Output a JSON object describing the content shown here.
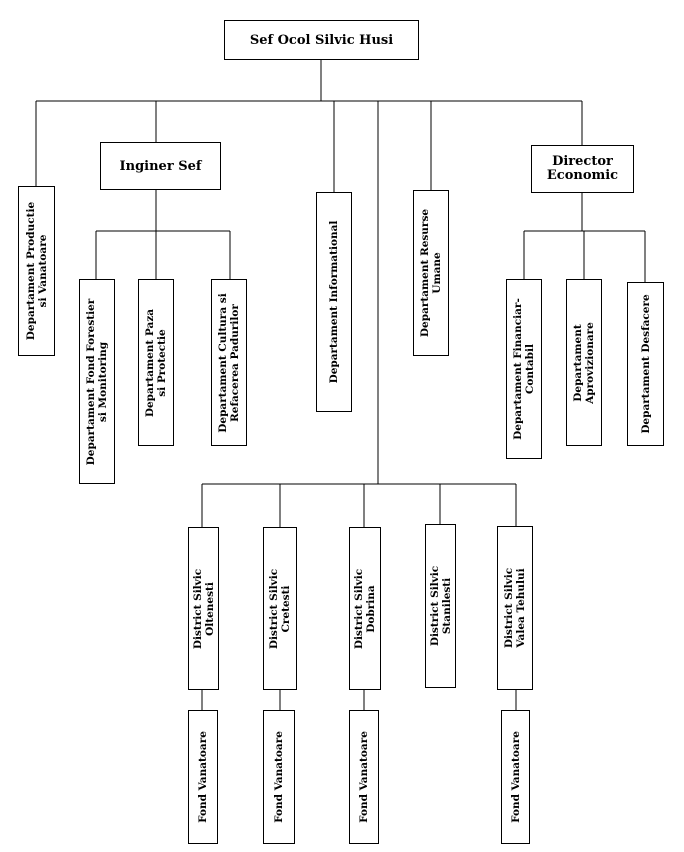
{
  "chart": {
    "root": "Sef Ocol Silvic Husi",
    "inginer_sef": "Inginer Sef",
    "director_economic": "Director\nEconomic",
    "dept_productie": "Departament Productie\nsi Vanatoare",
    "dept_informational": "Departament Informational",
    "dept_resurse_umane": "Departament Resurse\nUmane",
    "dept_fond_forestier": "Departament Fond Forestier\nsi Monitoring",
    "dept_paza": "Departament Paza\nsi Protectie",
    "dept_cultura": "Departament Cultura si\nRefacerea Padurilor",
    "dept_financiar": "Departament Financiar-\nContabil",
    "dept_aprovizionare": "Departament\nAprovizionare",
    "dept_desfacere": "Departament Desfacere",
    "district_oltenesti": "District Silvic\nOltenesti",
    "district_cretesti": "District Silvic\nCretesti",
    "district_dobrina": "District Silvic\nDobrina",
    "district_stanilesti": "District Silvic\nStanilesti",
    "district_valea_tehului": "District Silvic\nValea Tehului",
    "fond_1": "Fond Vanatoare",
    "fond_2": "Fond Vanatoare",
    "fond_3": "Fond Vanatoare",
    "fond_4": "Fond Vanatoare"
  }
}
